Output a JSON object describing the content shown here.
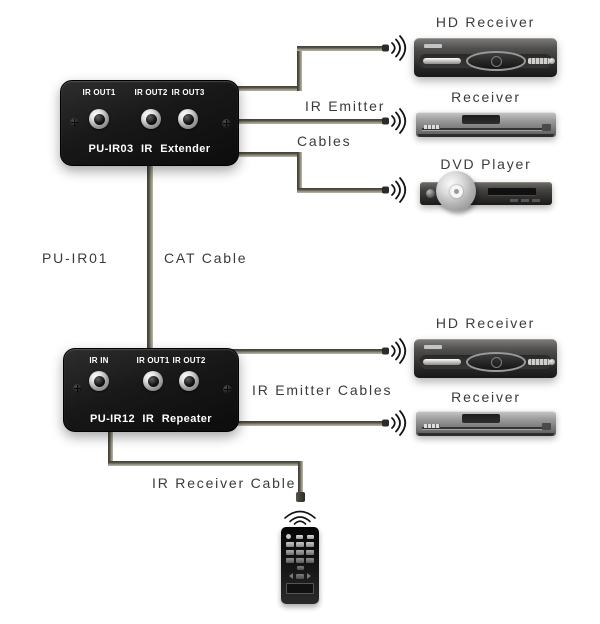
{
  "extender": {
    "title": "PU-IR03  IR Extender",
    "ports": [
      "IR OUT1",
      "IR OUT2",
      "IR OUT3"
    ]
  },
  "repeater": {
    "title": "PU-IR12  IR Repeater",
    "ports": [
      "IR IN",
      "IR OUT1",
      "IR OUT2"
    ]
  },
  "cable_labels": {
    "ir_emitter_line1": "IR Emitter",
    "ir_emitter_line2": "Cables",
    "pu_ir01": "PU-IR01",
    "cat_cable": "CAT Cable",
    "ir_emitter_cables": "IR Emitter Cables",
    "ir_receiver_cable": "IR Receiver Cable"
  },
  "devices": {
    "top": [
      "HD Receiver",
      "Receiver",
      "DVD Player"
    ],
    "bottom": [
      "HD Receiver",
      "Receiver"
    ]
  },
  "colors": {
    "cable_dark": "#4a473f",
    "cable_light": "#b7b6a3",
    "box_black": "#141414",
    "label_text": "#3b3b3b"
  }
}
